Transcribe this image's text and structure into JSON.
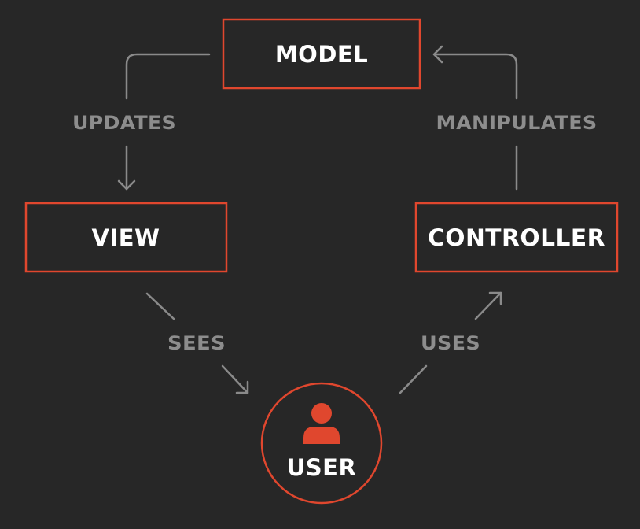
{
  "colors": {
    "background": "#272727",
    "accent": "#e0472e",
    "node_text": "#ffffff",
    "edge": "#8a8a8a",
    "edge_text": "#8d8d8d"
  },
  "nodes": {
    "model": {
      "label": "MODEL"
    },
    "view": {
      "label": "VIEW"
    },
    "controller": {
      "label": "CONTROLLER"
    },
    "user": {
      "label": "USER",
      "icon": "user-icon"
    }
  },
  "edges": {
    "updates": {
      "label": "UPDATES",
      "from": "MODEL",
      "to": "VIEW"
    },
    "manipulates": {
      "label": "MANIPULATES",
      "from": "CONTROLLER",
      "to": "MODEL"
    },
    "sees": {
      "label": "SEES",
      "from": "VIEW",
      "to": "USER"
    },
    "uses": {
      "label": "USES",
      "from": "USER",
      "to": "CONTROLLER"
    }
  }
}
